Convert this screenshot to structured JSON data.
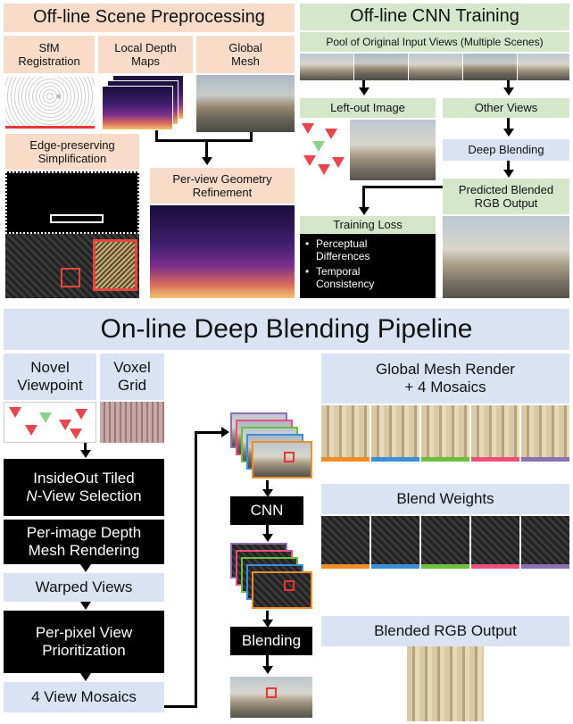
{
  "offline_preprocessing": {
    "title": "Off-line Scene Preprocessing",
    "sfm": "SfM\nRegistration",
    "local_depth": "Local Depth\nMaps",
    "global_mesh": "Global\nMesh",
    "edge_simpl": "Edge-preserving\nSimplification",
    "refinement": "Per-view Geometry\nRefinement"
  },
  "offline_training": {
    "title": "Off-line CNN Training",
    "pool": "Pool of Original Input Views (Multiple Scenes)",
    "left_out": "Left-out Image",
    "other_views": "Other Views",
    "deep_blending": "Deep Blending",
    "predicted": "Predicted Blended\nRGB Output",
    "training_loss": "Training Loss",
    "loss_items": [
      "Perceptual\nDifferences",
      "Temporal\nConsistency"
    ]
  },
  "online": {
    "title": "On-line Deep Blending Pipeline",
    "novel_viewpoint": "Novel\nViewpoint",
    "voxel_grid": "Voxel\nGrid",
    "insideout_a": "InsideOut Tiled",
    "insideout_n": "N",
    "insideout_b": "-View Selection",
    "depth_render": "Per-image Depth\nMesh Rendering",
    "warped": "Warped Views",
    "prioritization": "Per-pixel View\nPrioritization",
    "mosaics": "4 View Mosaics",
    "cnn": "CNN",
    "blending": "Blending",
    "global_render": "Global Mesh Render\n+ 4 Mosaics",
    "blend_weights": "Blend Weights",
    "blended_output": "Blended RGB Output"
  },
  "colors": {
    "peach": "#f8dcc8",
    "green": "#d5e7c9",
    "blue": "#d9e3f3",
    "mosaic_stripes": [
      "#f28c28",
      "#3b8fd6",
      "#6bbf3b",
      "#ee4f79",
      "#8e6fb5"
    ]
  }
}
